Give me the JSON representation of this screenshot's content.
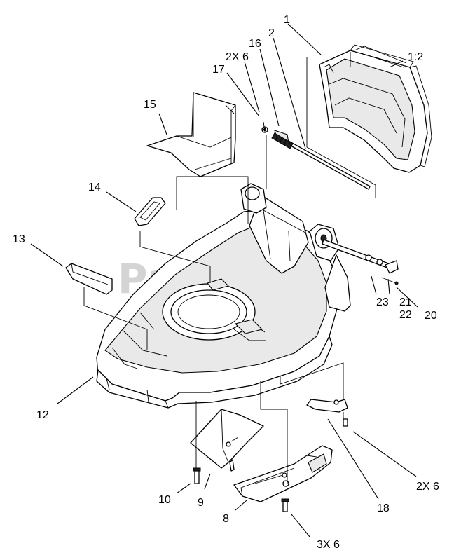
{
  "watermark": "PartsTree",
  "callouts": {
    "c1": "1",
    "c1_2": "1:2",
    "c2": "2",
    "c16": "16",
    "c2x6_top": "2X 6",
    "c17": "17",
    "c15": "15",
    "c14": "14",
    "c13": "13",
    "c12": "12",
    "c23": "23",
    "c21": "21",
    "c22": "22",
    "c20": "20",
    "c10": "10",
    "c9": "9",
    "c8": "8",
    "c3x6": "3X 6",
    "c18": "18",
    "c2x6_bottom": "2X 6"
  }
}
